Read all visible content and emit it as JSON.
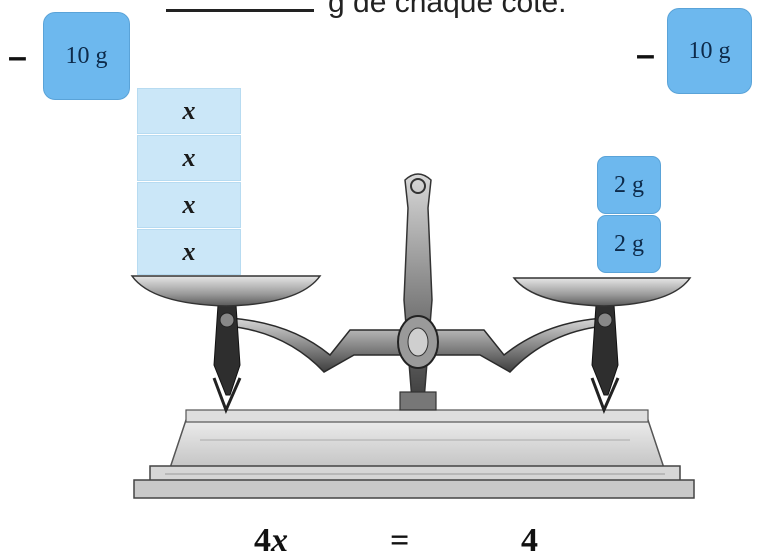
{
  "header": {
    "text": "g de chaque côté."
  },
  "left_operation": {
    "sign": "–",
    "weight_label": "10 g"
  },
  "right_operation": {
    "sign": "–",
    "weight_label": "10 g"
  },
  "left_pan": {
    "blocks": [
      "x",
      "x",
      "x",
      "x"
    ]
  },
  "right_pan": {
    "weights": [
      "2 g",
      "2 g"
    ]
  },
  "equation": {
    "left": "4x",
    "operator": "=",
    "right": "4"
  }
}
